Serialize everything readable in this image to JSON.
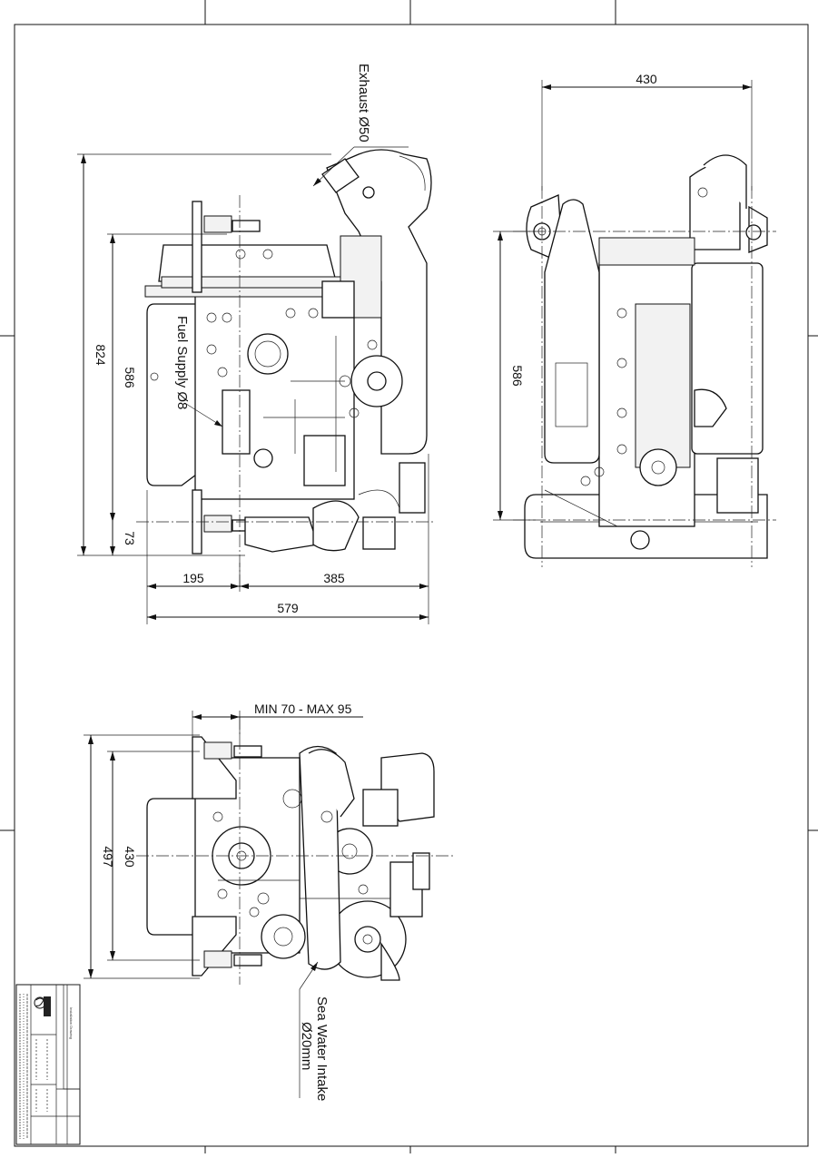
{
  "labels": {
    "exhaust": "Exhaust Ø50",
    "fuel_supply": "Fuel Supply Ø8",
    "sea_water_intake_line1": "Sea Water Intake",
    "sea_water_intake_line2": "Ø20mm",
    "mount_range": "MIN 70 - MAX 95"
  },
  "dimensions": {
    "side_overall_height": "824",
    "side_mount_height": "586",
    "side_base_offset": "73",
    "side_rear_length": "195",
    "side_front_length": "385",
    "side_total_length": "579",
    "front_width": "430",
    "front_mount_height": "586",
    "top_overall_width": "497",
    "top_mount_width": "430"
  },
  "title_block": {
    "drawing_title": "Installation Drawing"
  }
}
